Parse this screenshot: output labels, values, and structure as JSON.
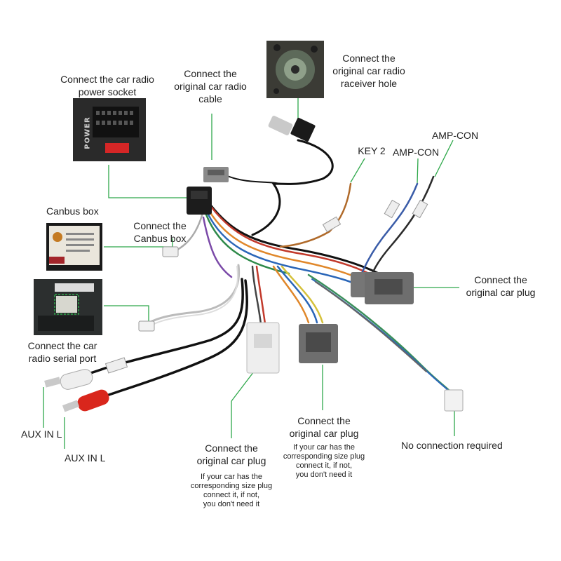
{
  "labels": {
    "power_socket": [
      "Connect the car radio",
      "power socket"
    ],
    "radio_cable": [
      "Connect the",
      "original car radio",
      "cable"
    ],
    "receiver_hole": [
      "Connect the",
      "original car radio",
      "raceiver hole"
    ],
    "key2": "KEY 2",
    "amp_con_1": "AMP-CON",
    "amp_con_2": "AMP-CON",
    "canbus_box": "Canbus box",
    "connect_canbus": [
      "Connect the",
      "Canbus box"
    ],
    "original_plug_right": [
      "Connect the",
      "original car plug"
    ],
    "serial_port": [
      "Connect the car",
      "radio serial port"
    ],
    "aux_l_1": "AUX IN L",
    "aux_l_2": "AUX IN L",
    "plug_bottom_left": {
      "title": [
        "Connect the",
        "original car plug"
      ],
      "note": [
        "If your car has the",
        "corresponding size plug",
        "connect it, if not,",
        "you don't need it"
      ]
    },
    "plug_bottom_mid": {
      "title": [
        "Connect the",
        "original car plug"
      ],
      "note": [
        "If your car has the",
        "corresponding size plug",
        "connect it, if not,",
        "you don't need it"
      ]
    },
    "no_connection": "No connection required"
  },
  "power_socket_print": "POWER",
  "colors": {
    "callout_line": "#2ea84a",
    "plug_gray": "#6e6e6e",
    "rca_red": "#d9261c",
    "rca_white": "#eeeeee"
  }
}
